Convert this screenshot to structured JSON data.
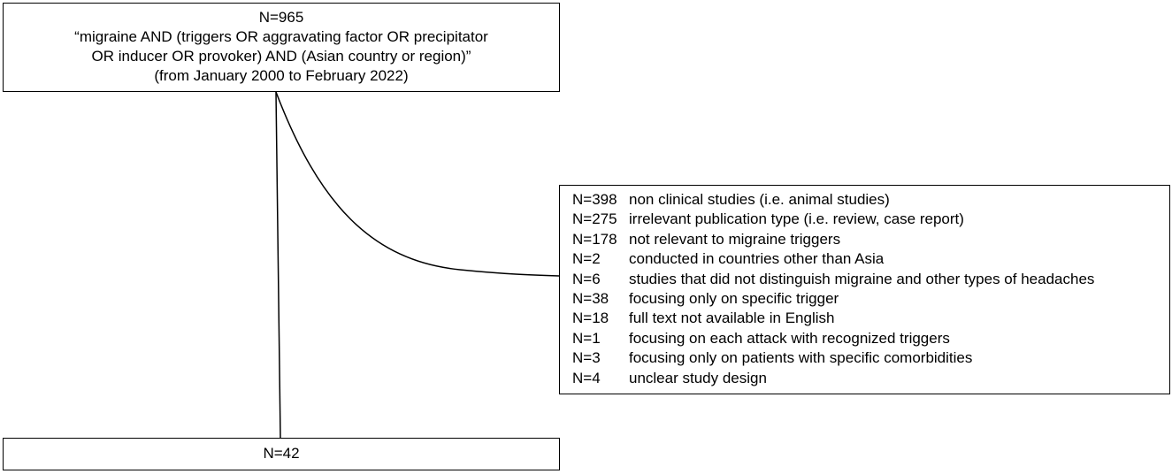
{
  "search": {
    "count": "N=965",
    "query_line1": "“migraine AND (triggers OR aggravating factor OR precipitator",
    "query_line2": "OR inducer OR provoker) AND (Asian country or region)”",
    "date_range": "(from January 2000 to February 2022)"
  },
  "exclusions": [
    {
      "n": "N=398",
      "reason": "non clinical studies (i.e. animal studies)"
    },
    {
      "n": "N=275",
      "reason": "irrelevant publication type (i.e. review, case report)"
    },
    {
      "n": "N=178",
      "reason": "not relevant to migraine triggers"
    },
    {
      "n": "N=2",
      "reason": "conducted in countries other than Asia"
    },
    {
      "n": "N=6",
      "reason": "studies that did not distinguish migraine and other types of headaches"
    },
    {
      "n": "N=38",
      "reason": "focusing only on specific trigger"
    },
    {
      "n": "N=18",
      "reason": "full text not available in English"
    },
    {
      "n": "N=1",
      "reason": "focusing on each attack with recognized triggers"
    },
    {
      "n": "N=3",
      "reason": "focusing only on patients with specific comorbidities"
    },
    {
      "n": "N=4",
      "reason": "unclear study design"
    }
  ],
  "included": {
    "count": "N=42"
  }
}
